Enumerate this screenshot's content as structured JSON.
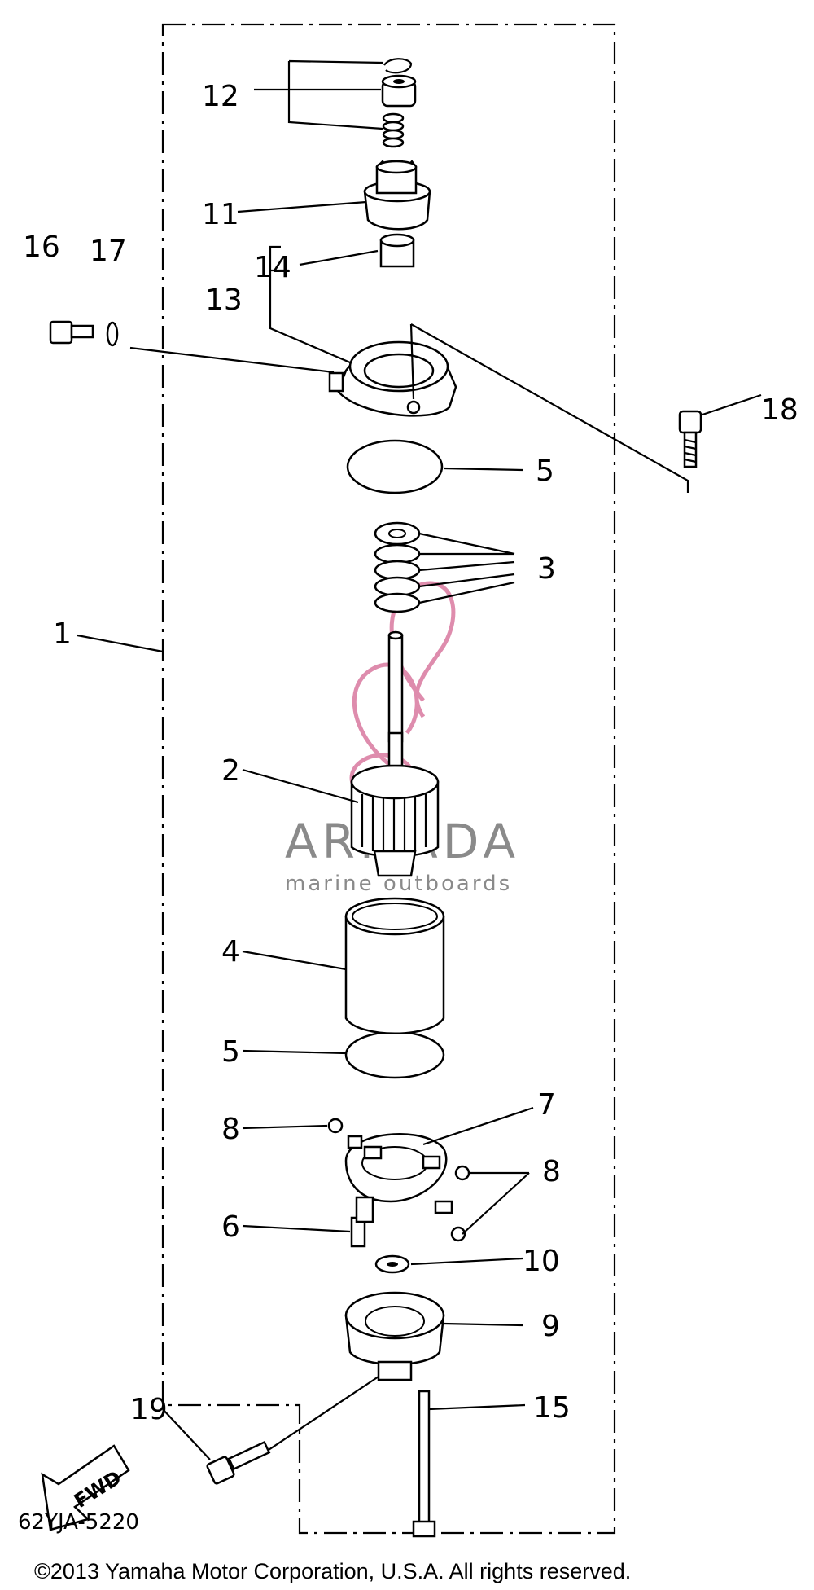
{
  "diagram": {
    "code": "62YJA-5220",
    "copyright": "©2013 Yamaha Motor Corporation, U.S.A. All rights reserved.",
    "watermark": {
      "title": "ARMADA",
      "subtitle": "marine outboards"
    },
    "fwd_label": "FWD",
    "callouts": [
      "1",
      "2",
      "3",
      "4",
      "5",
      "5",
      "6",
      "7",
      "8",
      "8",
      "9",
      "10",
      "11",
      "12",
      "13",
      "14",
      "15",
      "16",
      "17",
      "18",
      "19"
    ]
  },
  "colors": {
    "watermark_logo": "#d9799f",
    "watermark_text": "#8a8a8a",
    "lines": "#000000"
  }
}
